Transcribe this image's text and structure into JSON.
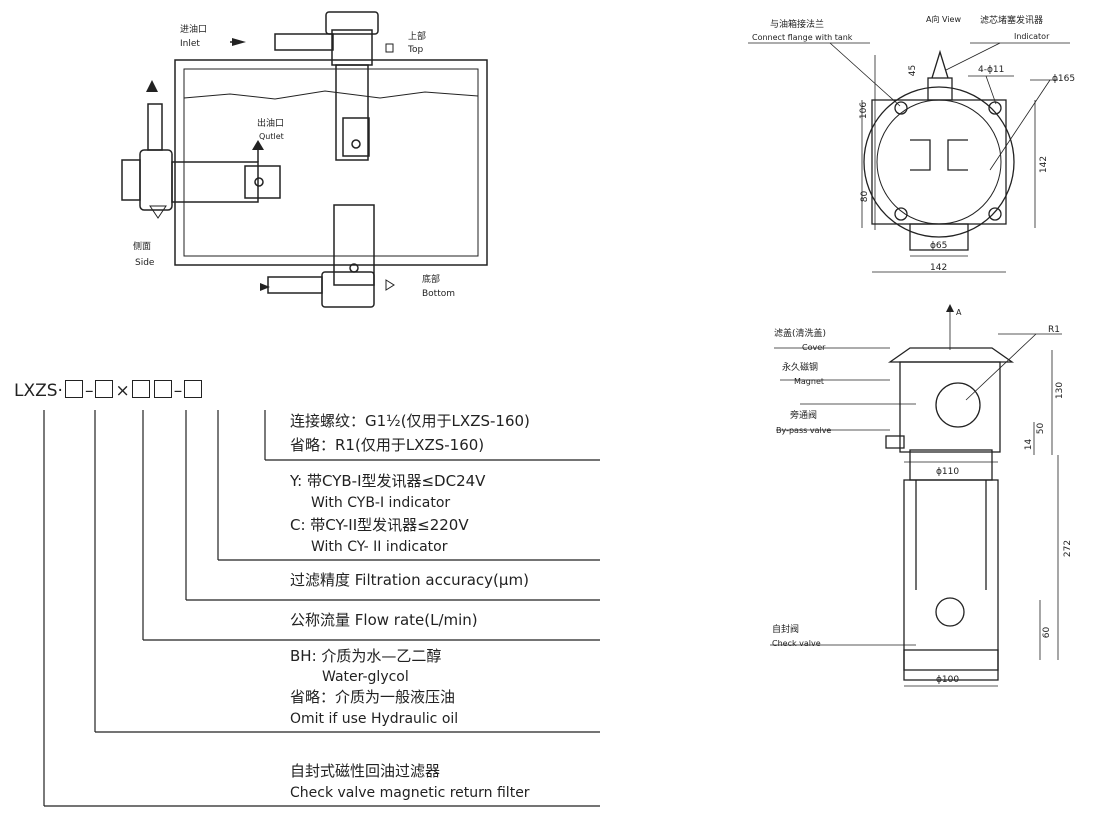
{
  "install": {
    "inlet_zh": "进油口",
    "inlet_en": "Inlet",
    "top_zh": "上部",
    "top_en": "Top",
    "outlet_zh": "出油口",
    "outlet_en": "Qutlet",
    "side_zh": "侧面",
    "side_en": "Side",
    "bottom_zh": "底部",
    "bottom_en": "Bottom"
  },
  "topview": {
    "flange_zh": "与油箱接法兰",
    "flange_en": "Connect flange with tank",
    "aview": "A向  View",
    "indicator_zh": "滤芯堵塞发讯器",
    "indicator_en": "Indicator",
    "holes": "4-ϕ11",
    "d165": "ϕ165",
    "d45": "45",
    "d106": "106",
    "d80": "80",
    "d142v": "142",
    "d65": "ϕ65",
    "d142h": "142"
  },
  "section": {
    "a": "A",
    "cover_zh": "滤盖(清洗盖)",
    "cover_en": "Cover",
    "magnet_zh": "永久磁钢",
    "magnet_en": "Magnet",
    "bypass_zh": "旁通阀",
    "bypass_en": "By-pass valve",
    "check_zh": "自封阀",
    "check_en": "Check valve",
    "r1": "R1",
    "d130": "130",
    "d50": "50",
    "d14": "14",
    "d110": "ϕ110",
    "d272": "272",
    "d60": "60",
    "d100": "ϕ100"
  },
  "model": {
    "prefix": "LXZS·",
    "sep1": "–",
    "sep2": "–",
    "times": "×",
    "sep3": "–"
  },
  "legend": {
    "thread_zh": "连接螺纹：G1½(仅用于LXZS-160)",
    "thread_omit": "省略：R1(仅用于LXZS-160)",
    "y_zh": "Y: 带CYB-I型发讯器≤DC24V",
    "y_en": "With CYB-I indicator",
    "c_zh": "C: 带CY-II型发讯器≤220V",
    "c_en": "With CY- II indicator",
    "accuracy": "过滤精度  Filtration accuracy(μm)",
    "flow": "公称流量 Flow rate(L/min)",
    "bh_zh": "BH: 介质为水—乙二醇",
    "bh_en": "Water-glycol",
    "omit_zh": "省略：介质为一般液压油",
    "omit_en": "Omit if use Hydraulic oil",
    "name_zh": "自封式磁性回油过滤器",
    "name_en": "Check valve magnetic return filter"
  }
}
